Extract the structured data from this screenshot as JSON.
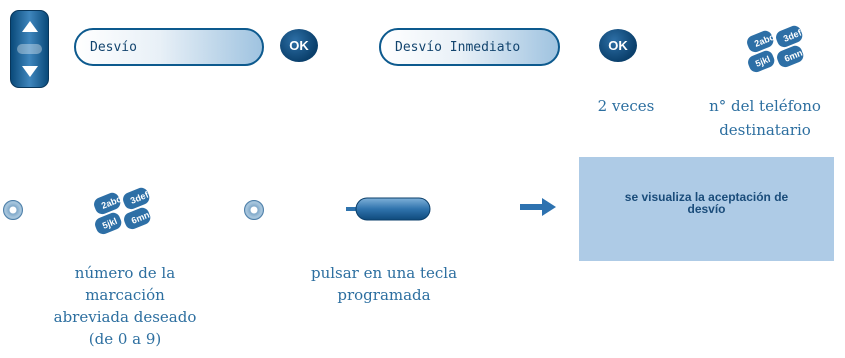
{
  "display": {
    "menu_item": "Desvío",
    "submenu_item": "Desvío Inmediato"
  },
  "buttons": {
    "ok_label": "OK"
  },
  "captions": {
    "times": "2 veces",
    "phone_line1": "n° del teléfono",
    "phone_line2": "destinatario",
    "abbrev_line1": "número de la",
    "abbrev_line2": "marcación",
    "abbrev_line3": "abreviada deseado",
    "abbrev_line4": "(de 0 a 9)",
    "prog_line1": "pulsar en una tecla",
    "prog_line2": "programada"
  },
  "keypad_keys": [
    "2abc",
    "3def",
    "5jkl",
    "6mno"
  ],
  "result": {
    "line1": "se visualiza la aceptación de",
    "line2": "desvío"
  },
  "icons": {
    "navigator": "navigator-updown-icon",
    "ok": "ok-button-icon",
    "keypad": "keypad-icon",
    "round_key": "round-key-icon",
    "programmed_key": "programmed-key-icon",
    "arrow": "arrow-right-icon"
  },
  "colors": {
    "accent": "#0d5a8e",
    "caption": "#2d6fa0",
    "result_bg": "#aecbe6"
  }
}
